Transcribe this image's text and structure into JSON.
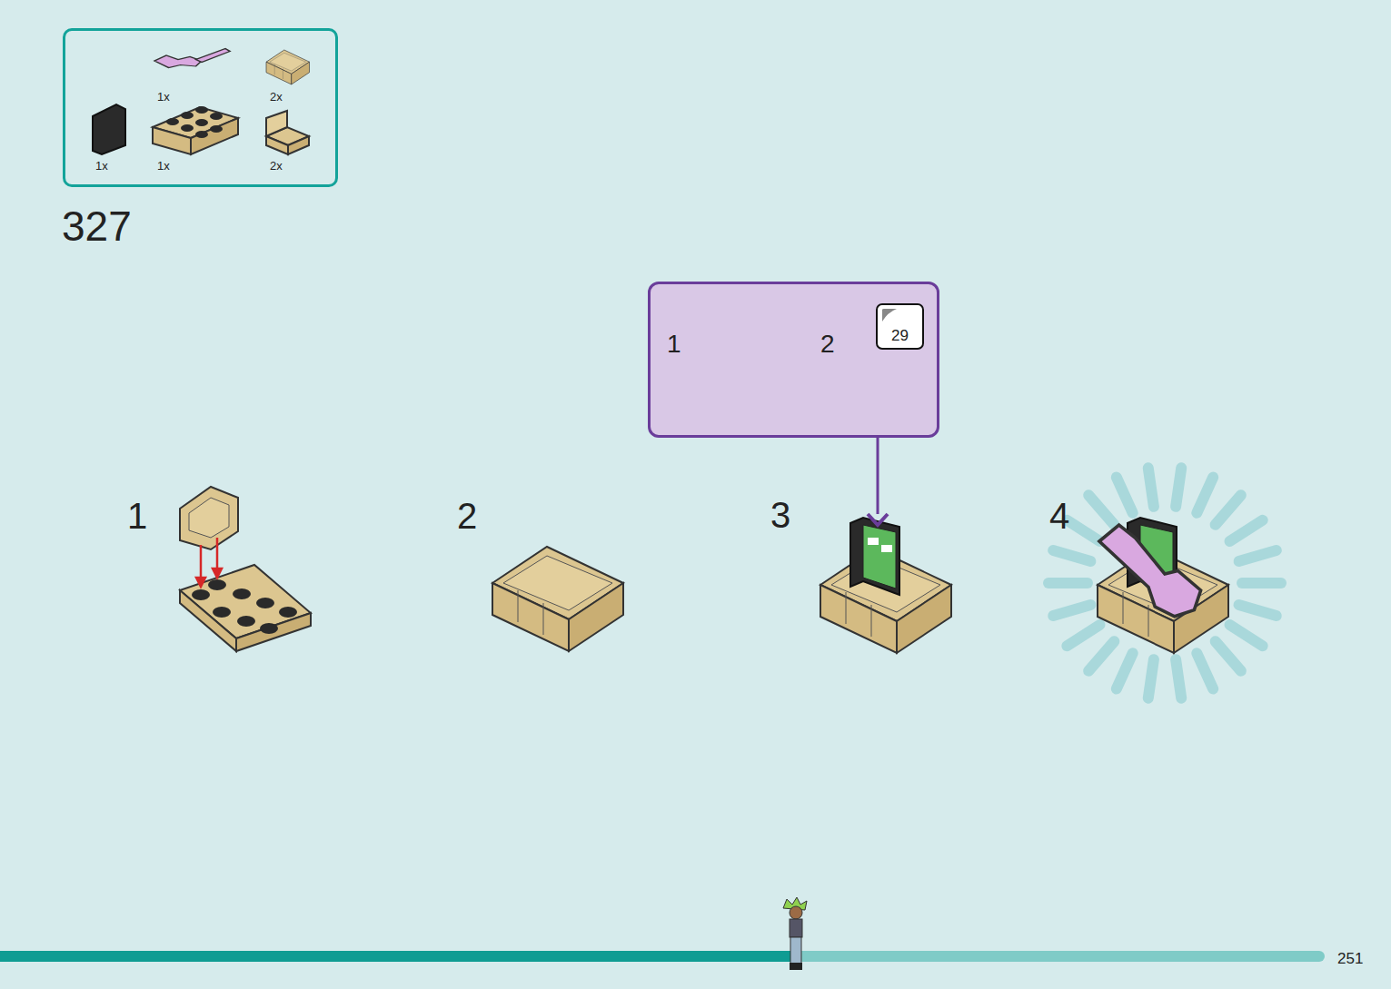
{
  "diagram": {
    "nodes": [
      {
        "text": [
          "1x",
          "2x",
          "1x",
          "1x",
          "2x"
        ]
      },
      {
        "text": [
          "1",
          "2"
        ]
      },
      {
        "text": [
          "29"
        ],
        "in": 1
      },
      {
        "text": [
          "3"
        ]
      }
    ],
    "edges": [
      {
        "from": 1,
        "to": 3,
        "arrow": "to"
      }
    ],
    "labels": [
      "327",
      "1",
      "2",
      "4",
      "251"
    ]
  }
}
